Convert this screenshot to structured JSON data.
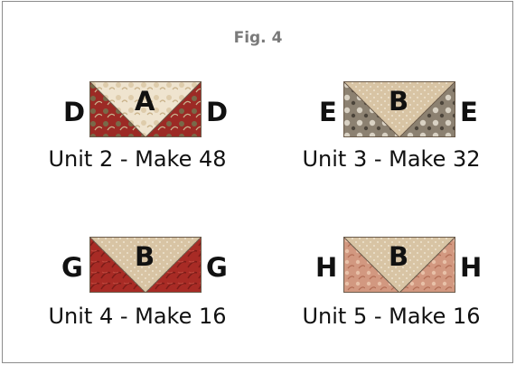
{
  "figure": {
    "title": "Fig. 4"
  },
  "units": [
    {
      "center": "A",
      "left": "D",
      "right": "D",
      "caption": "Unit 2 - Make 48"
    },
    {
      "center": "B",
      "left": "E",
      "right": "E",
      "caption": "Unit 3 - Make 32"
    },
    {
      "center": "B",
      "left": "G",
      "right": "G",
      "caption": "Unit 4 - Make 16"
    },
    {
      "center": "B",
      "left": "H",
      "right": "H",
      "caption": "Unit 5 - Make 16"
    }
  ],
  "fabrics": {
    "A_cream_floral": "#efe4cf",
    "B_tan_dots": "#d8c4a4",
    "D_red_floral": "#9c2a25",
    "E_gray_floral": "#8c8171",
    "G_red_leaf": "#a82b25",
    "H_peach_floral": "#d29880"
  }
}
